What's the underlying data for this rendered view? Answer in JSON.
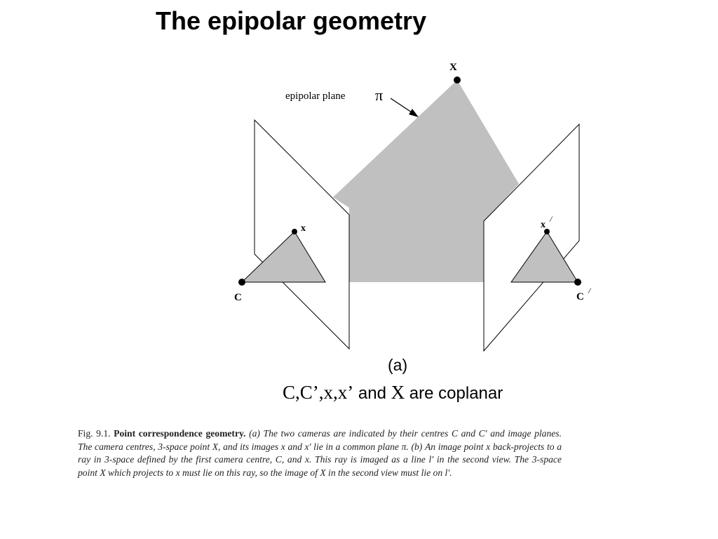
{
  "slide": {
    "title": "The epipolar geometry"
  },
  "diagram": {
    "plane_label": "epipolar plane",
    "plane_symbol": "π",
    "point_X": "X",
    "point_x": "x",
    "point_x_prime": "x",
    "prime_mark_x": "/",
    "point_C": "C",
    "point_C_prime": "C",
    "prime_mark_C": "/",
    "colors": {
      "plane_fill": "#c0c0c0",
      "image_plane_fill": "#ffffff",
      "stroke": "#000000"
    }
  },
  "subfigure_label": "(a)",
  "statement": {
    "points": "C,C’,x,x’",
    "and_word": " and ",
    "X": "X",
    "rest": " are coplanar"
  },
  "caption": {
    "fig_number": "Fig. 9.1.",
    "fig_title": "Point correspondence geometry.",
    "body": "(a) The two cameras are indicated by their centres C and C′ and image planes. The camera centres, 3-space point X, and its images x and x′ lie in a common plane π. (b) An image point x back-projects to a ray in 3-space defined by the first camera centre, C, and x. This ray is imaged as a line l′ in the second view. The 3-space point X which projects to x must lie on this ray, so the image of X in the second view must lie on l′."
  }
}
